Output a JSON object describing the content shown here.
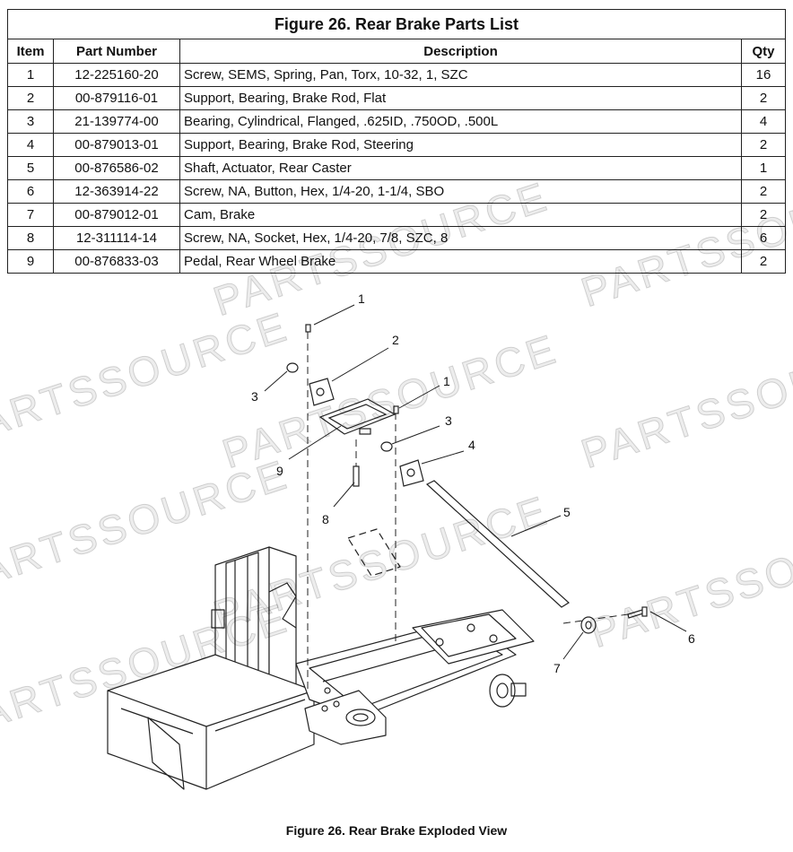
{
  "table": {
    "title": "Figure 26.  Rear Brake Parts List",
    "headers": {
      "item": "Item",
      "part_number": "Part Number",
      "description": "Description",
      "qty": "Qty"
    },
    "rows": [
      {
        "item": "1",
        "part_number": "12-225160-20",
        "description": "Screw, SEMS, Spring, Pan, Torx, 10-32, 1, SZC",
        "qty": "16"
      },
      {
        "item": "2",
        "part_number": "00-879116-01",
        "description": "Support, Bearing, Brake Rod, Flat",
        "qty": "2"
      },
      {
        "item": "3",
        "part_number": "21-139774-00",
        "description": "Bearing, Cylindrical, Flanged, .625ID, .750OD, .500L",
        "qty": "4"
      },
      {
        "item": "4",
        "part_number": "00-879013-01",
        "description": "Support, Bearing, Brake Rod, Steering",
        "qty": "2"
      },
      {
        "item": "5",
        "part_number": "00-876586-02",
        "description": "Shaft, Actuator, Rear Caster",
        "qty": "1"
      },
      {
        "item": "6",
        "part_number": "12-363914-22",
        "description": "Screw, NA, Button, Hex, 1/4-20, 1-1/4, SBO",
        "qty": "2"
      },
      {
        "item": "7",
        "part_number": "00-879012-01",
        "description": "Cam, Brake",
        "qty": "2"
      },
      {
        "item": "8",
        "part_number": "12-311114-14",
        "description": "Screw, NA, Socket, Hex, 1/4-20, 7/8, SZC, 8",
        "qty": "6"
      },
      {
        "item": "9",
        "part_number": "00-876833-03",
        "description": "Pedal, Rear Wheel Brake",
        "qty": "2"
      }
    ]
  },
  "diagram": {
    "callouts": {
      "c1a": "1",
      "c1b": "1",
      "c2": "2",
      "c3a": "3",
      "c3b": "3",
      "c4": "4",
      "c5": "5",
      "c6": "6",
      "c7": "7",
      "c8": "8",
      "c9": "9"
    }
  },
  "watermark": "PARTSSOURCE",
  "caption": "Figure 26.  Rear Brake Exploded View"
}
